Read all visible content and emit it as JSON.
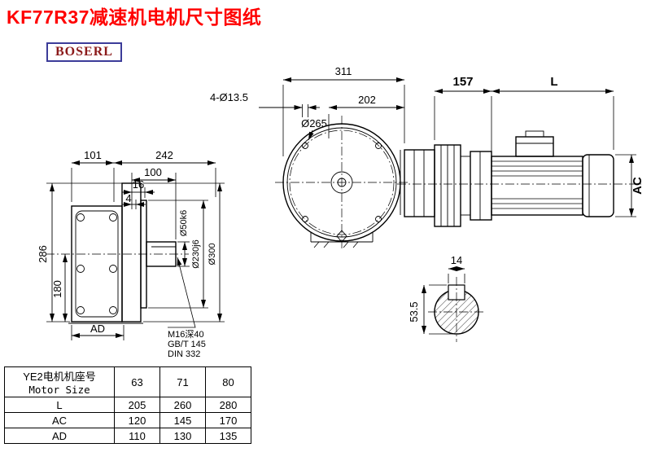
{
  "page": {
    "title": "KF77R37减速机电机尺寸图纸",
    "brand": "BOSERL"
  },
  "dims": {
    "front": {
      "d311": "311",
      "d202": "202",
      "holes": "4-Ø13.5",
      "bolt_circle": "Ø265"
    },
    "side": {
      "d101": "101",
      "d242": "242",
      "d100": "100",
      "d16": "16",
      "d4": "4",
      "d286": "286",
      "d180": "180",
      "dAD": "AD",
      "shaft_dia": "Ø50k6",
      "spigot_dia": "Ø230j6",
      "flange_dia": "Ø300",
      "tap_note": "M16深40",
      "std_gb": "GB/T 145",
      "std_din": "DIN 332"
    },
    "motor": {
      "d157": "157",
      "dL": "L",
      "dAC": "AC"
    },
    "section": {
      "d14": "14",
      "d53_5": "53.5"
    }
  },
  "table": {
    "size_label_cn": "YE2电机机座号",
    "size_label_en": "Motor Size",
    "sizes": [
      "63",
      "71",
      "80"
    ],
    "rows": [
      {
        "label": "L",
        "values": [
          "205",
          "260",
          "280"
        ]
      },
      {
        "label": "AC",
        "values": [
          "120",
          "145",
          "170"
        ]
      },
      {
        "label": "AD",
        "values": [
          "110",
          "130",
          "135"
        ]
      }
    ]
  }
}
